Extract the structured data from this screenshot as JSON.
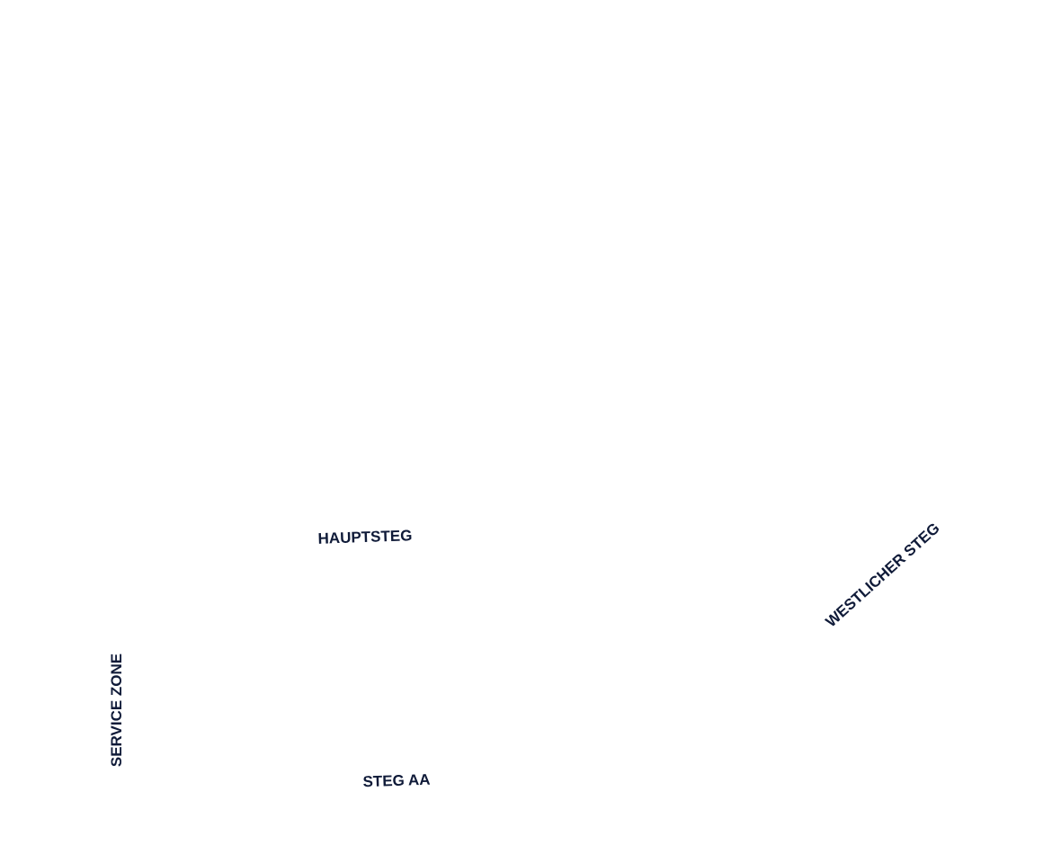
{
  "map": {
    "labels": {
      "hauptsteg": "HAUPTSTEG",
      "westlicher_steg": "WESTLICHER STEG",
      "service_zone": "SERVICE ZONE",
      "steg_aa": "STEG AA"
    },
    "label_color": "#0f1a38"
  }
}
